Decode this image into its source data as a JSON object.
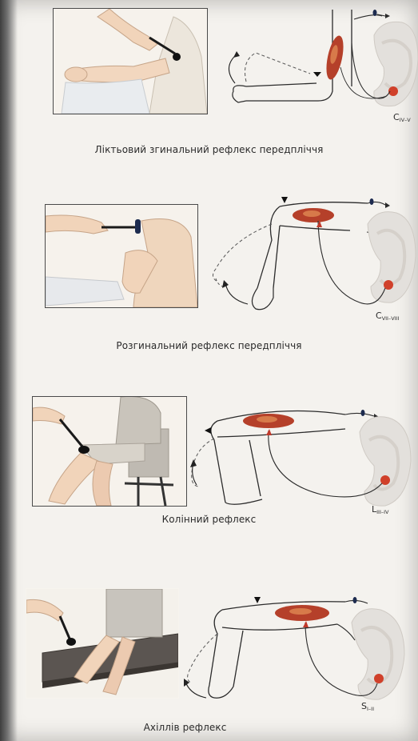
{
  "reflexes": [
    {
      "caption": "Ліктьовий згинальний рефлекс передпліччя",
      "segment_main": "C",
      "segment_sub": "IV–V"
    },
    {
      "caption": "Розгинальний рефлекс передпліччя",
      "segment_main": "C",
      "segment_sub": "VII–VIII"
    },
    {
      "caption": "Колінний рефлекс",
      "segment_main": "L",
      "segment_sub": "III–IV"
    },
    {
      "caption": "Ахіллів рефлекс",
      "segment_main": "S",
      "segment_sub": "I–II"
    }
  ],
  "colors": {
    "muscle": "#b5402a",
    "muscle_highlight": "#d77a4a",
    "spinal_red": "#d0402a",
    "hammer_tip": "#1d2b4f",
    "line": "#2b2b2b",
    "skin": "#f3dcc6"
  }
}
